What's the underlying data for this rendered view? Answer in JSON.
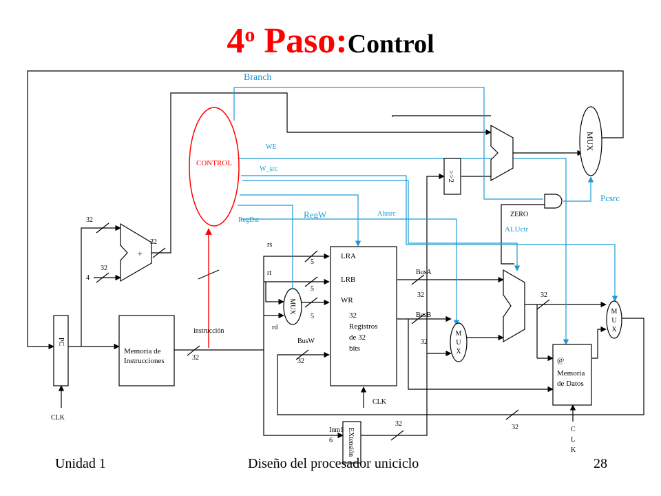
{
  "title": {
    "main": "4",
    "superscript": "o",
    "word": " Paso:",
    "subtitle": "Control"
  },
  "footer": {
    "left": "Unidad 1",
    "center": "Diseño del procesador uniciclo",
    "right": "28"
  },
  "colors": {
    "title": "#ff0000",
    "control_lines": "#1a9ad6",
    "control_unit": "#ff0000",
    "instruction_line": "#ff0000"
  },
  "control_unit": {
    "label": "CONTROL"
  },
  "control_signals": {
    "branch": "Branch",
    "we": "WE",
    "w_src": "W_src",
    "regw": "RegW",
    "regdst": "RegDst",
    "alusrc": "Alusrc",
    "aluctr": "ALUctr",
    "pcsrc": "Pcsrc"
  },
  "blocks": {
    "pc": "PC",
    "instr_mem": [
      "Memoria de",
      "Instrucciones"
    ],
    "adder_plus": "+",
    "registers": {
      "lra": "LRA",
      "lrb": "LRB",
      "wr": "WR",
      "desc": [
        "32",
        "Registros",
        "de 32",
        "bits"
      ]
    },
    "mux_rd": "MUX",
    "mux_alu": [
      "M",
      "U",
      "X"
    ],
    "mux_mem": [
      "M",
      "U",
      "X"
    ],
    "mux_top": "MUX",
    "shift": ">>2",
    "extension": "EXtensión",
    "data_mem": {
      "addr": "@",
      "label": [
        "Memoria",
        "de Datos"
      ]
    },
    "zero": "ZERO"
  },
  "labels": {
    "n32": "32",
    "n4": "4",
    "n5": "5",
    "clk": "CLK",
    "clk_vertical": [
      "C",
      "L",
      "K"
    ],
    "instruccion": "instrucción",
    "rs": "rs",
    "rt": "rt",
    "rd": "rd",
    "busA": "BusA",
    "busB": "BusB",
    "busW": "BusW",
    "inm16": [
      "Inm1",
      "6"
    ]
  }
}
